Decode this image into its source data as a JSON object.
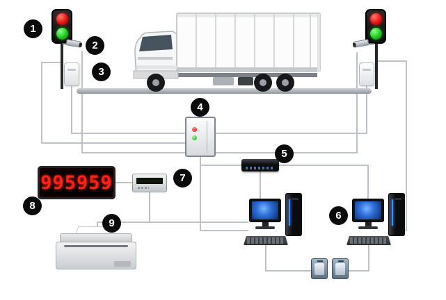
{
  "badges": [
    "1",
    "2",
    "3",
    "4",
    "5",
    "6",
    "7",
    "8",
    "9"
  ],
  "led": {
    "value": "995959"
  },
  "colors": {
    "traffic_red": "#e81313",
    "traffic_green": "#1ec91e",
    "led_digit_red": "#ff2016",
    "indicator_red": "#d81212",
    "indicator_green": "#14a514",
    "wire_gray": "#bcc2c8",
    "badge_black": "#0a0a0a",
    "screen_blue": "#2f6fd8"
  }
}
